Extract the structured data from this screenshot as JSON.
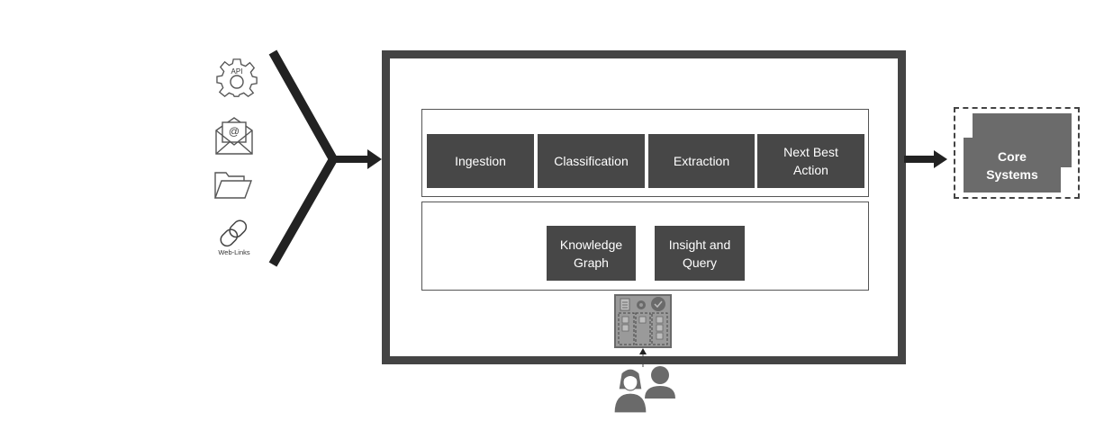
{
  "sources": {
    "items": [
      {
        "name": "api",
        "icon": "api-gear-icon",
        "label": "API"
      },
      {
        "name": "email",
        "icon": "email-icon",
        "label": "@"
      },
      {
        "name": "folder",
        "icon": "folder-icon",
        "label": ""
      },
      {
        "name": "web-links",
        "icon": "link-icon",
        "label": "Web-Links"
      }
    ]
  },
  "pipeline": {
    "top_row": [
      {
        "label": "Ingestion"
      },
      {
        "label": "Classification"
      },
      {
        "label": "Extraction"
      },
      {
        "label": "Next Best\nAction"
      }
    ],
    "bottom_row": [
      {
        "label": "Knowledge\nGraph"
      },
      {
        "label": "Insight and\nQuery"
      }
    ]
  },
  "output": {
    "label": "Core\nSystems"
  },
  "colors": {
    "frame": "#444444",
    "step_fill": "#474747",
    "core_fill": "#6b6b6b",
    "arrow": "#222222"
  }
}
